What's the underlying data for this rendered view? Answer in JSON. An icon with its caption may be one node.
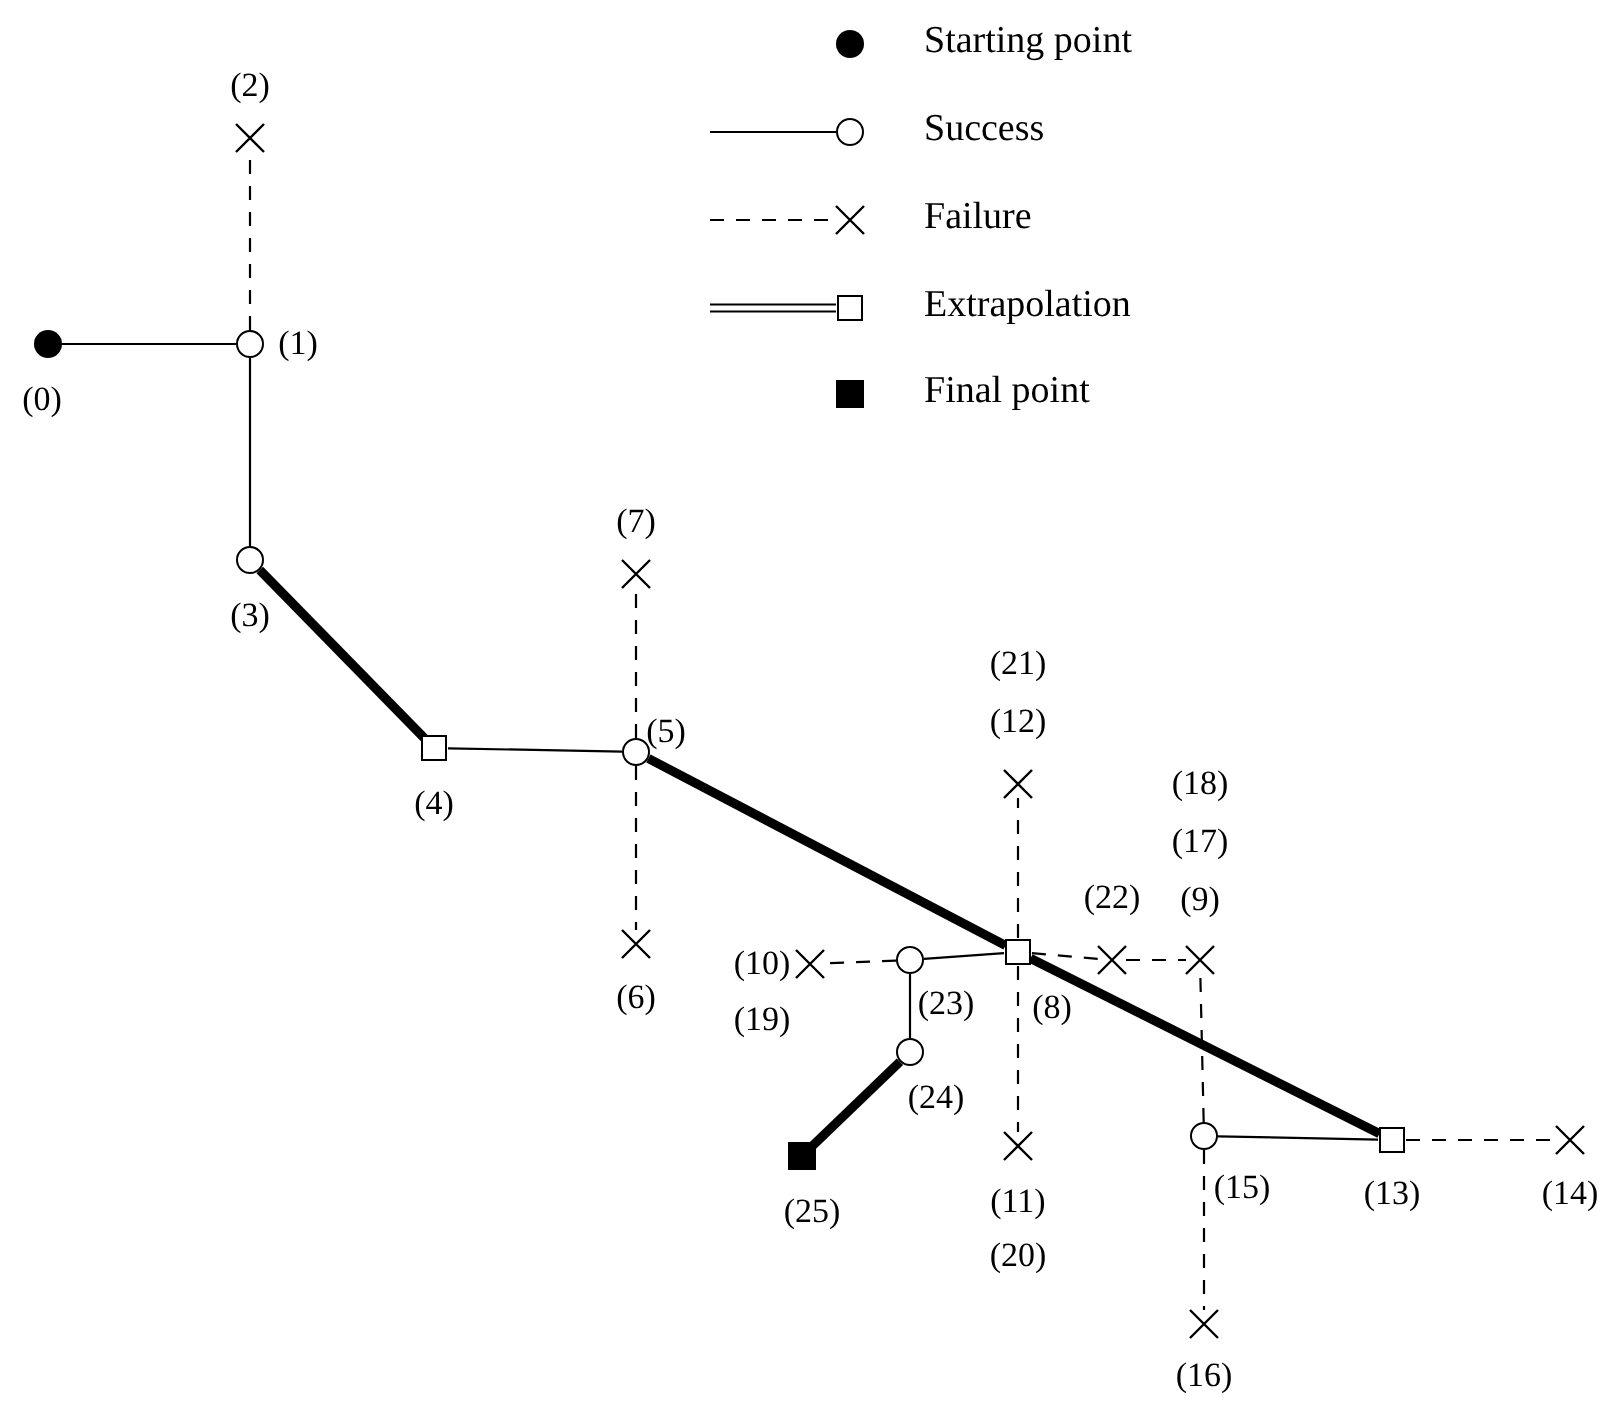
{
  "diagram": {
    "nodes": [
      {
        "text": [],
        "shape": "dot",
        "beside": [
          "(0)"
        ]
      },
      {
        "text": [],
        "shape": "circle",
        "beside": [
          "(1)"
        ]
      },
      {
        "text": [],
        "shape": "cross",
        "beside": [
          "(2)"
        ]
      },
      {
        "text": [],
        "shape": "circle",
        "beside": [
          "(3)"
        ]
      },
      {
        "text": [],
        "shape": "box",
        "beside": [
          "(4)"
        ]
      },
      {
        "text": [],
        "shape": "circle",
        "beside": [
          "(5)"
        ]
      },
      {
        "text": [],
        "shape": "cross",
        "beside": [
          "(6)"
        ]
      },
      {
        "text": [],
        "shape": "cross",
        "beside": [
          "(7)"
        ]
      },
      {
        "text": [],
        "shape": "box",
        "beside": [
          "(8)"
        ]
      },
      {
        "text": [],
        "shape": "cross",
        "beside": [
          "(18)",
          "(17)",
          "(9)"
        ]
      },
      {
        "text": [],
        "shape": "cross",
        "beside": [
          "(10)",
          "(19)"
        ]
      },
      {
        "text": [],
        "shape": "cross",
        "beside": [
          "(11)",
          "(20)"
        ]
      },
      {
        "text": [],
        "shape": "cross",
        "beside": [
          "(21)",
          "(12)"
        ]
      },
      {
        "text": [],
        "shape": "box",
        "beside": [
          "(13)"
        ]
      },
      {
        "text": [],
        "shape": "cross",
        "beside": [
          "(14)"
        ]
      },
      {
        "text": [],
        "shape": "circle",
        "beside": [
          "(15)"
        ]
      },
      {
        "text": [],
        "shape": "cross",
        "beside": [
          "(16)"
        ]
      },
      {
        "text": [],
        "shape": "cross",
        "beside": [
          "(22)"
        ]
      },
      {
        "text": [],
        "shape": "circle",
        "beside": [
          "(23)"
        ]
      },
      {
        "text": [],
        "shape": "circle",
        "beside": [
          "(24)"
        ]
      },
      {
        "text": [],
        "shape": "square",
        "beside": [
          "(25)"
        ]
      }
    ],
    "edges": [
      {
        "from": 0,
        "to": 1,
        "arrow": "none"
      },
      {
        "from": 1,
        "to": 2,
        "arrow": "none",
        "style": "dashed"
      },
      {
        "from": 1,
        "to": 3,
        "arrow": "none"
      },
      {
        "from": 3,
        "to": 4,
        "arrow": "none",
        "style": "thick"
      },
      {
        "from": 4,
        "to": 5,
        "arrow": "none"
      },
      {
        "from": 5,
        "to": 7,
        "arrow": "none",
        "style": "dashed"
      },
      {
        "from": 5,
        "to": 6,
        "arrow": "none",
        "style": "dashed"
      },
      {
        "from": 5,
        "to": 8,
        "arrow": "none",
        "style": "thick"
      },
      {
        "from": 8,
        "to": 17,
        "arrow": "none",
        "style": "dashed"
      },
      {
        "from": 17,
        "to": 9,
        "arrow": "none",
        "style": "dashed"
      },
      {
        "from": 8,
        "to": 12,
        "arrow": "none",
        "style": "dashed"
      },
      {
        "from": 8,
        "to": 11,
        "arrow": "none",
        "style": "dashed"
      },
      {
        "from": 8,
        "to": 13,
        "arrow": "none",
        "style": "thick"
      },
      {
        "from": 13,
        "to": 14,
        "arrow": "none",
        "style": "dashed"
      },
      {
        "from": 13,
        "to": 15,
        "arrow": "none"
      },
      {
        "from": 15,
        "to": 9,
        "arrow": "none",
        "style": "dashed"
      },
      {
        "from": 15,
        "to": 16,
        "arrow": "none",
        "style": "dashed"
      },
      {
        "from": 8,
        "to": 18,
        "arrow": "none"
      },
      {
        "from": 18,
        "to": 10,
        "arrow": "none",
        "style": "dashed"
      },
      {
        "from": 18,
        "to": 19,
        "arrow": "none"
      },
      {
        "from": 19,
        "to": 20,
        "arrow": "none",
        "style": "thick"
      }
    ],
    "legend": [
      {
        "text": "Starting point"
      },
      {
        "text": "Success"
      },
      {
        "text": "Failure"
      },
      {
        "text": "Extrapolation"
      },
      {
        "text": "Final point"
      }
    ]
  }
}
